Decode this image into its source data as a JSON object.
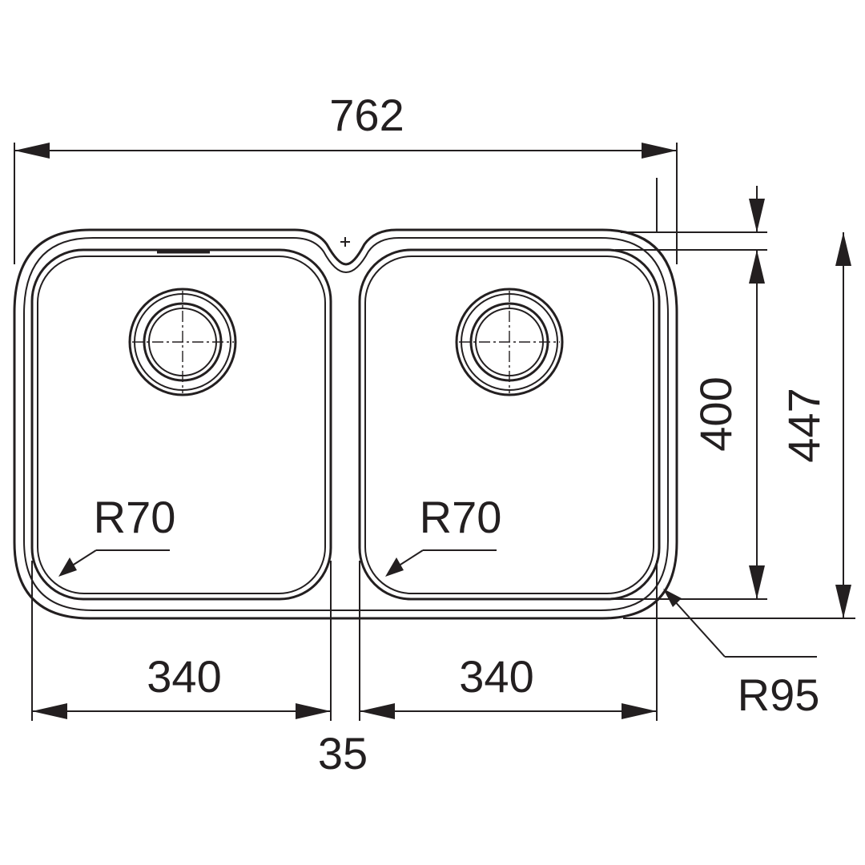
{
  "dimensions": {
    "overall_width": "762",
    "overall_depth": "447",
    "bowl_depth": "400",
    "left_bowl_width": "340",
    "right_bowl_width": "340",
    "divider_width": "35",
    "left_bowl_radius": "R70",
    "right_bowl_radius": "R70",
    "outer_radius": "R95"
  },
  "colors": {
    "line": "#231f20",
    "background": "#ffffff"
  }
}
